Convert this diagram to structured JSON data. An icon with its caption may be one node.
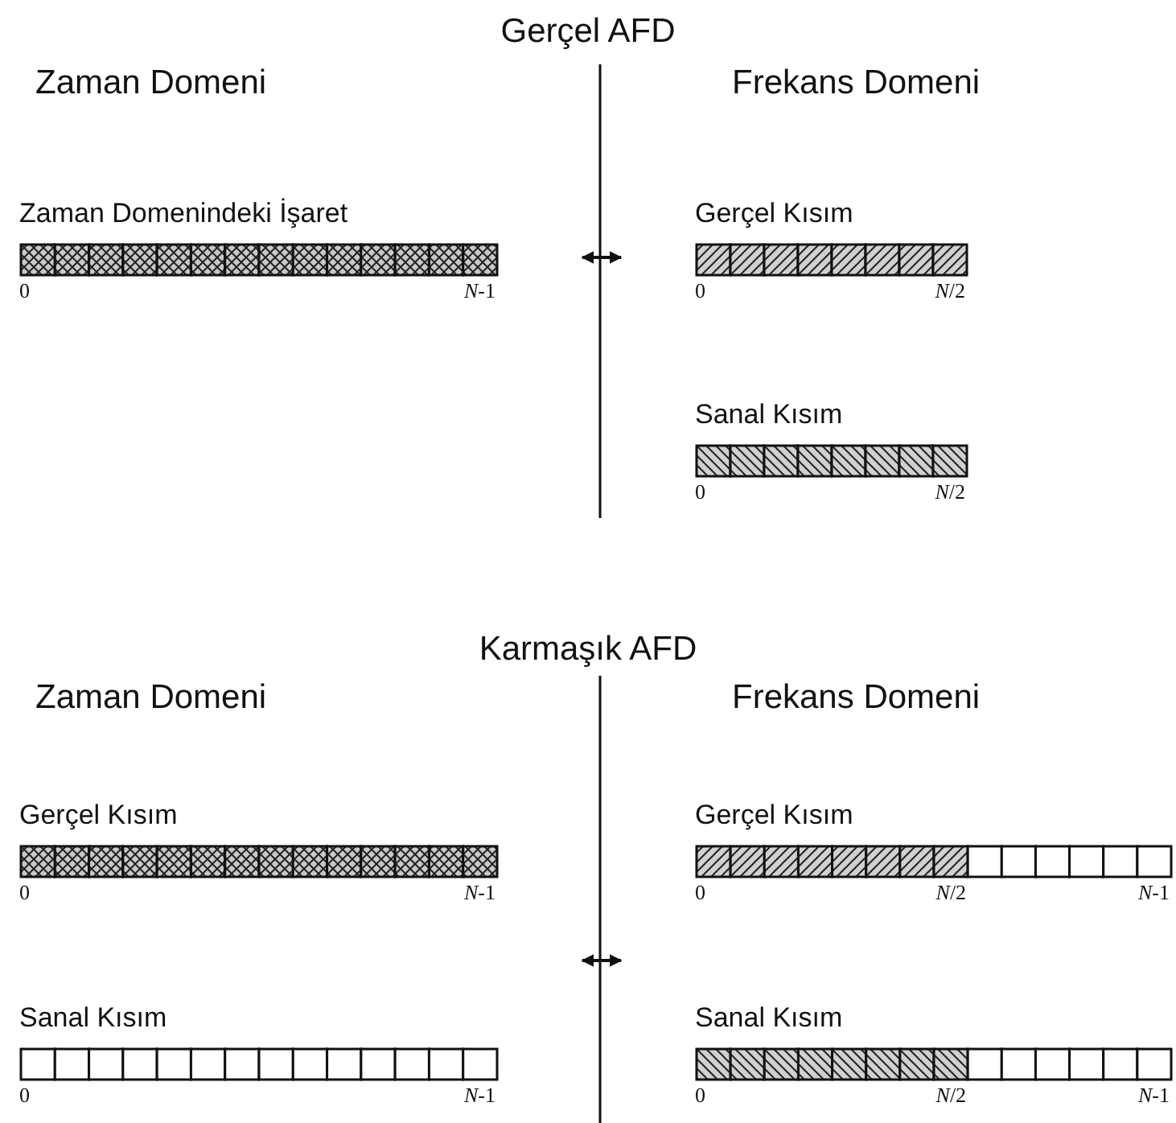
{
  "diagram": {
    "title": "Gerçel AFD",
    "nodes": [
      {
        "text": [
          "Zaman Domenindeki İşaret"
        ],
        "beside": [
          "0",
          "*N*-1"
        ]
      },
      {
        "text": [
          "Gerçel Kısım"
        ],
        "beside": [
          "0",
          "*N*/2"
        ]
      },
      {
        "text": [
          "Sanal Kısım"
        ],
        "beside": [
          "0",
          "*N*/2"
        ]
      },
      {
        "text": [
          "Gerçel Kısım"
        ],
        "beside": [
          "0",
          "*N*-1"
        ]
      },
      {
        "text": [
          "Sanal Kısım"
        ],
        "beside": [
          "0",
          "*N*-1"
        ]
      },
      {
        "text": [
          "Gerçel Kısım"
        ],
        "beside": [
          "0",
          "*N*/2",
          "*N*-1"
        ]
      },
      {
        "text": [
          "Sanal Kısım"
        ],
        "beside": [
          "0",
          "*N*/2",
          "*N*-1"
        ]
      }
    ],
    "labels": [
      "Zaman Domeni",
      "Frekans Domeni",
      "Karmaşık AFD",
      "Zaman Domeni",
      "Frekans Domeni"
    ]
  }
}
